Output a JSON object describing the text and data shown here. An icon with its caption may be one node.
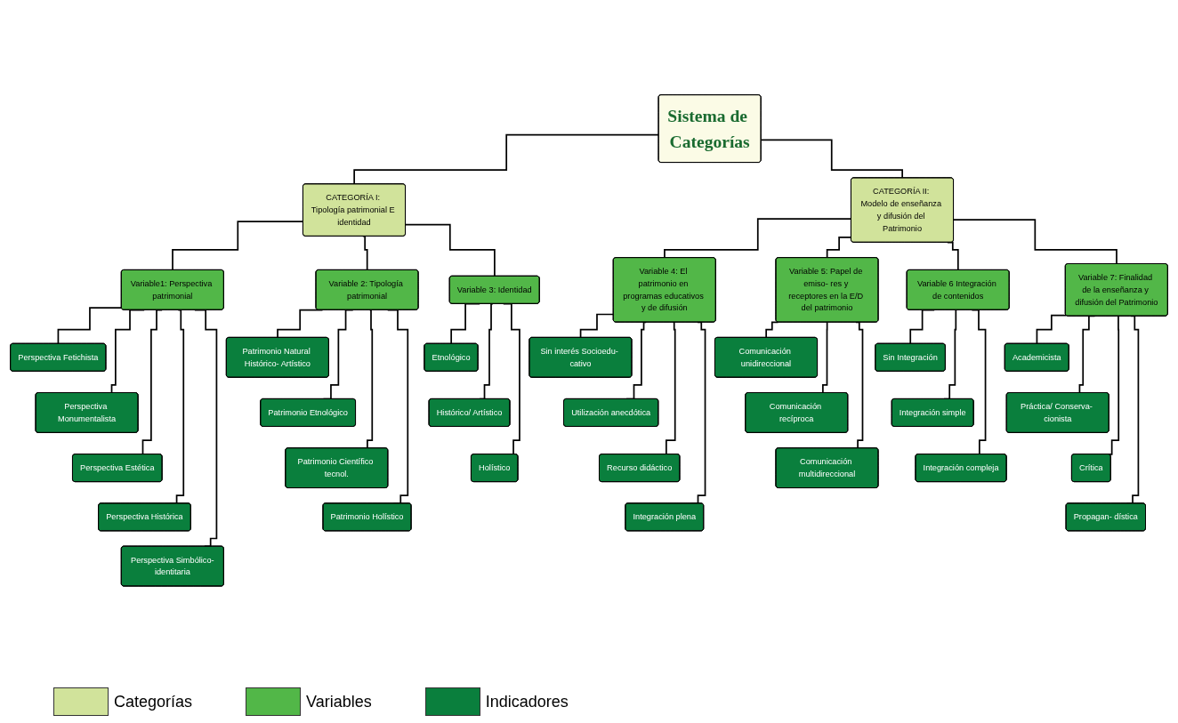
{
  "diagram": {
    "nodes": [
      {
        "text": [
          "Sistema de Categorías"
        ]
      },
      {
        "text": [
          "CATEGORÍA I: Tipología patrimonial E identidad"
        ]
      },
      {
        "text": [
          "CATEGORÍA II: Modelo de enseñanza y difusión del Patrimonio"
        ]
      },
      {
        "text": [
          "Variable1: Perspectiva patrimonial"
        ]
      },
      {
        "text": [
          "Variable 2: Tipología patrimonial"
        ]
      },
      {
        "text": [
          "Variable 3: Identidad"
        ]
      },
      {
        "text": [
          "Variable 4: El patrimonio en programas educativos y de difusión"
        ]
      },
      {
        "text": [
          "Variable 5: Papel de emiso- res y receptores en la E/D del patrimonio"
        ]
      },
      {
        "text": [
          "Variable 6 Integración de contenidos"
        ]
      },
      {
        "text": [
          "Variable 7: Finalidad de la enseñanza y difusión del Patrimonio"
        ]
      },
      {
        "text": [
          "Perspectiva Fetichista"
        ]
      },
      {
        "text": [
          "Perspectiva Monumentalista"
        ]
      },
      {
        "text": [
          "Perspectiva Estética"
        ]
      },
      {
        "text": [
          "Perspectiva Histórica"
        ]
      },
      {
        "text": [
          "Perspectiva Simbólico-identitaria"
        ]
      },
      {
        "text": [
          "Patrimonio Natural Histórico- Artístico"
        ]
      },
      {
        "text": [
          "Patrimonio Etnológico"
        ]
      },
      {
        "text": [
          "Patrimonio Científico tecnol."
        ]
      },
      {
        "text": [
          "Patrimonio Holístico"
        ]
      },
      {
        "text": [
          "Etnológico"
        ]
      },
      {
        "text": [
          "Histórico/ Artístico"
        ]
      },
      {
        "text": [
          "Holístico"
        ]
      },
      {
        "text": [
          "Sin interés Socioedu- cativo"
        ]
      },
      {
        "text": [
          "Utilización anecdótica"
        ]
      },
      {
        "text": [
          "Recurso didáctico"
        ]
      },
      {
        "text": [
          "Integración plena"
        ]
      },
      {
        "text": [
          "Comunicación unidireccional"
        ]
      },
      {
        "text": [
          "Comunicación recíproca"
        ]
      },
      {
        "text": [
          "Comunicación multidireccional"
        ]
      },
      {
        "text": [
          "Sin Integración"
        ]
      },
      {
        "text": [
          "Integración simple"
        ]
      },
      {
        "text": [
          "Integración compleja"
        ]
      },
      {
        "text": [
          "Academicista"
        ]
      },
      {
        "text": [
          "Práctica/ Conserva- cionista"
        ]
      },
      {
        "text": [
          "Crítica"
        ]
      },
      {
        "text": [
          "Propagan- dística"
        ]
      }
    ],
    "edges": [
      {
        "from": 0,
        "to": 1,
        "arrow": "none"
      },
      {
        "from": 0,
        "to": 2,
        "arrow": "none"
      },
      {
        "from": 1,
        "to": 3,
        "arrow": "none"
      },
      {
        "from": 1,
        "to": 4,
        "arrow": "none"
      },
      {
        "from": 1,
        "to": 5,
        "arrow": "none"
      },
      {
        "from": 2,
        "to": 6,
        "arrow": "none"
      },
      {
        "from": 2,
        "to": 7,
        "arrow": "none"
      },
      {
        "from": 2,
        "to": 8,
        "arrow": "none"
      },
      {
        "from": 2,
        "to": 9,
        "arrow": "none"
      },
      {
        "from": 3,
        "to": 10,
        "arrow": "none"
      },
      {
        "from": 3,
        "to": 11,
        "arrow": "none"
      },
      {
        "from": 3,
        "to": 12,
        "arrow": "none"
      },
      {
        "from": 3,
        "to": 13,
        "arrow": "none"
      },
      {
        "from": 3,
        "to": 14,
        "arrow": "none"
      },
      {
        "from": 4,
        "to": 15,
        "arrow": "none"
      },
      {
        "from": 4,
        "to": 16,
        "arrow": "none"
      },
      {
        "from": 4,
        "to": 17,
        "arrow": "none"
      },
      {
        "from": 4,
        "to": 18,
        "arrow": "none"
      },
      {
        "from": 5,
        "to": 19,
        "arrow": "none"
      },
      {
        "from": 5,
        "to": 20,
        "arrow": "none"
      },
      {
        "from": 5,
        "to": 21,
        "arrow": "none"
      },
      {
        "from": 6,
        "to": 22,
        "arrow": "none"
      },
      {
        "from": 6,
        "to": 23,
        "arrow": "none"
      },
      {
        "from": 6,
        "to": 24,
        "arrow": "none"
      },
      {
        "from": 6,
        "to": 25,
        "arrow": "none"
      },
      {
        "from": 7,
        "to": 26,
        "arrow": "none"
      },
      {
        "from": 7,
        "to": 27,
        "arrow": "none"
      },
      {
        "from": 7,
        "to": 28,
        "arrow": "none"
      },
      {
        "from": 8,
        "to": 29,
        "arrow": "none"
      },
      {
        "from": 8,
        "to": 30,
        "arrow": "none"
      },
      {
        "from": 8,
        "to": 31,
        "arrow": "none"
      },
      {
        "from": 9,
        "to": 32,
        "arrow": "none"
      },
      {
        "from": 9,
        "to": 33,
        "arrow": "none"
      },
      {
        "from": 9,
        "to": 34,
        "arrow": "none"
      },
      {
        "from": 9,
        "to": 35,
        "arrow": "none"
      }
    ],
    "legend": [
      {
        "text": "Categorías",
        "color": "#d1e39b"
      },
      {
        "text": "Variables",
        "color": "#52b748"
      },
      {
        "text": "Indicadores",
        "color": "#0a7f3d"
      }
    ]
  }
}
